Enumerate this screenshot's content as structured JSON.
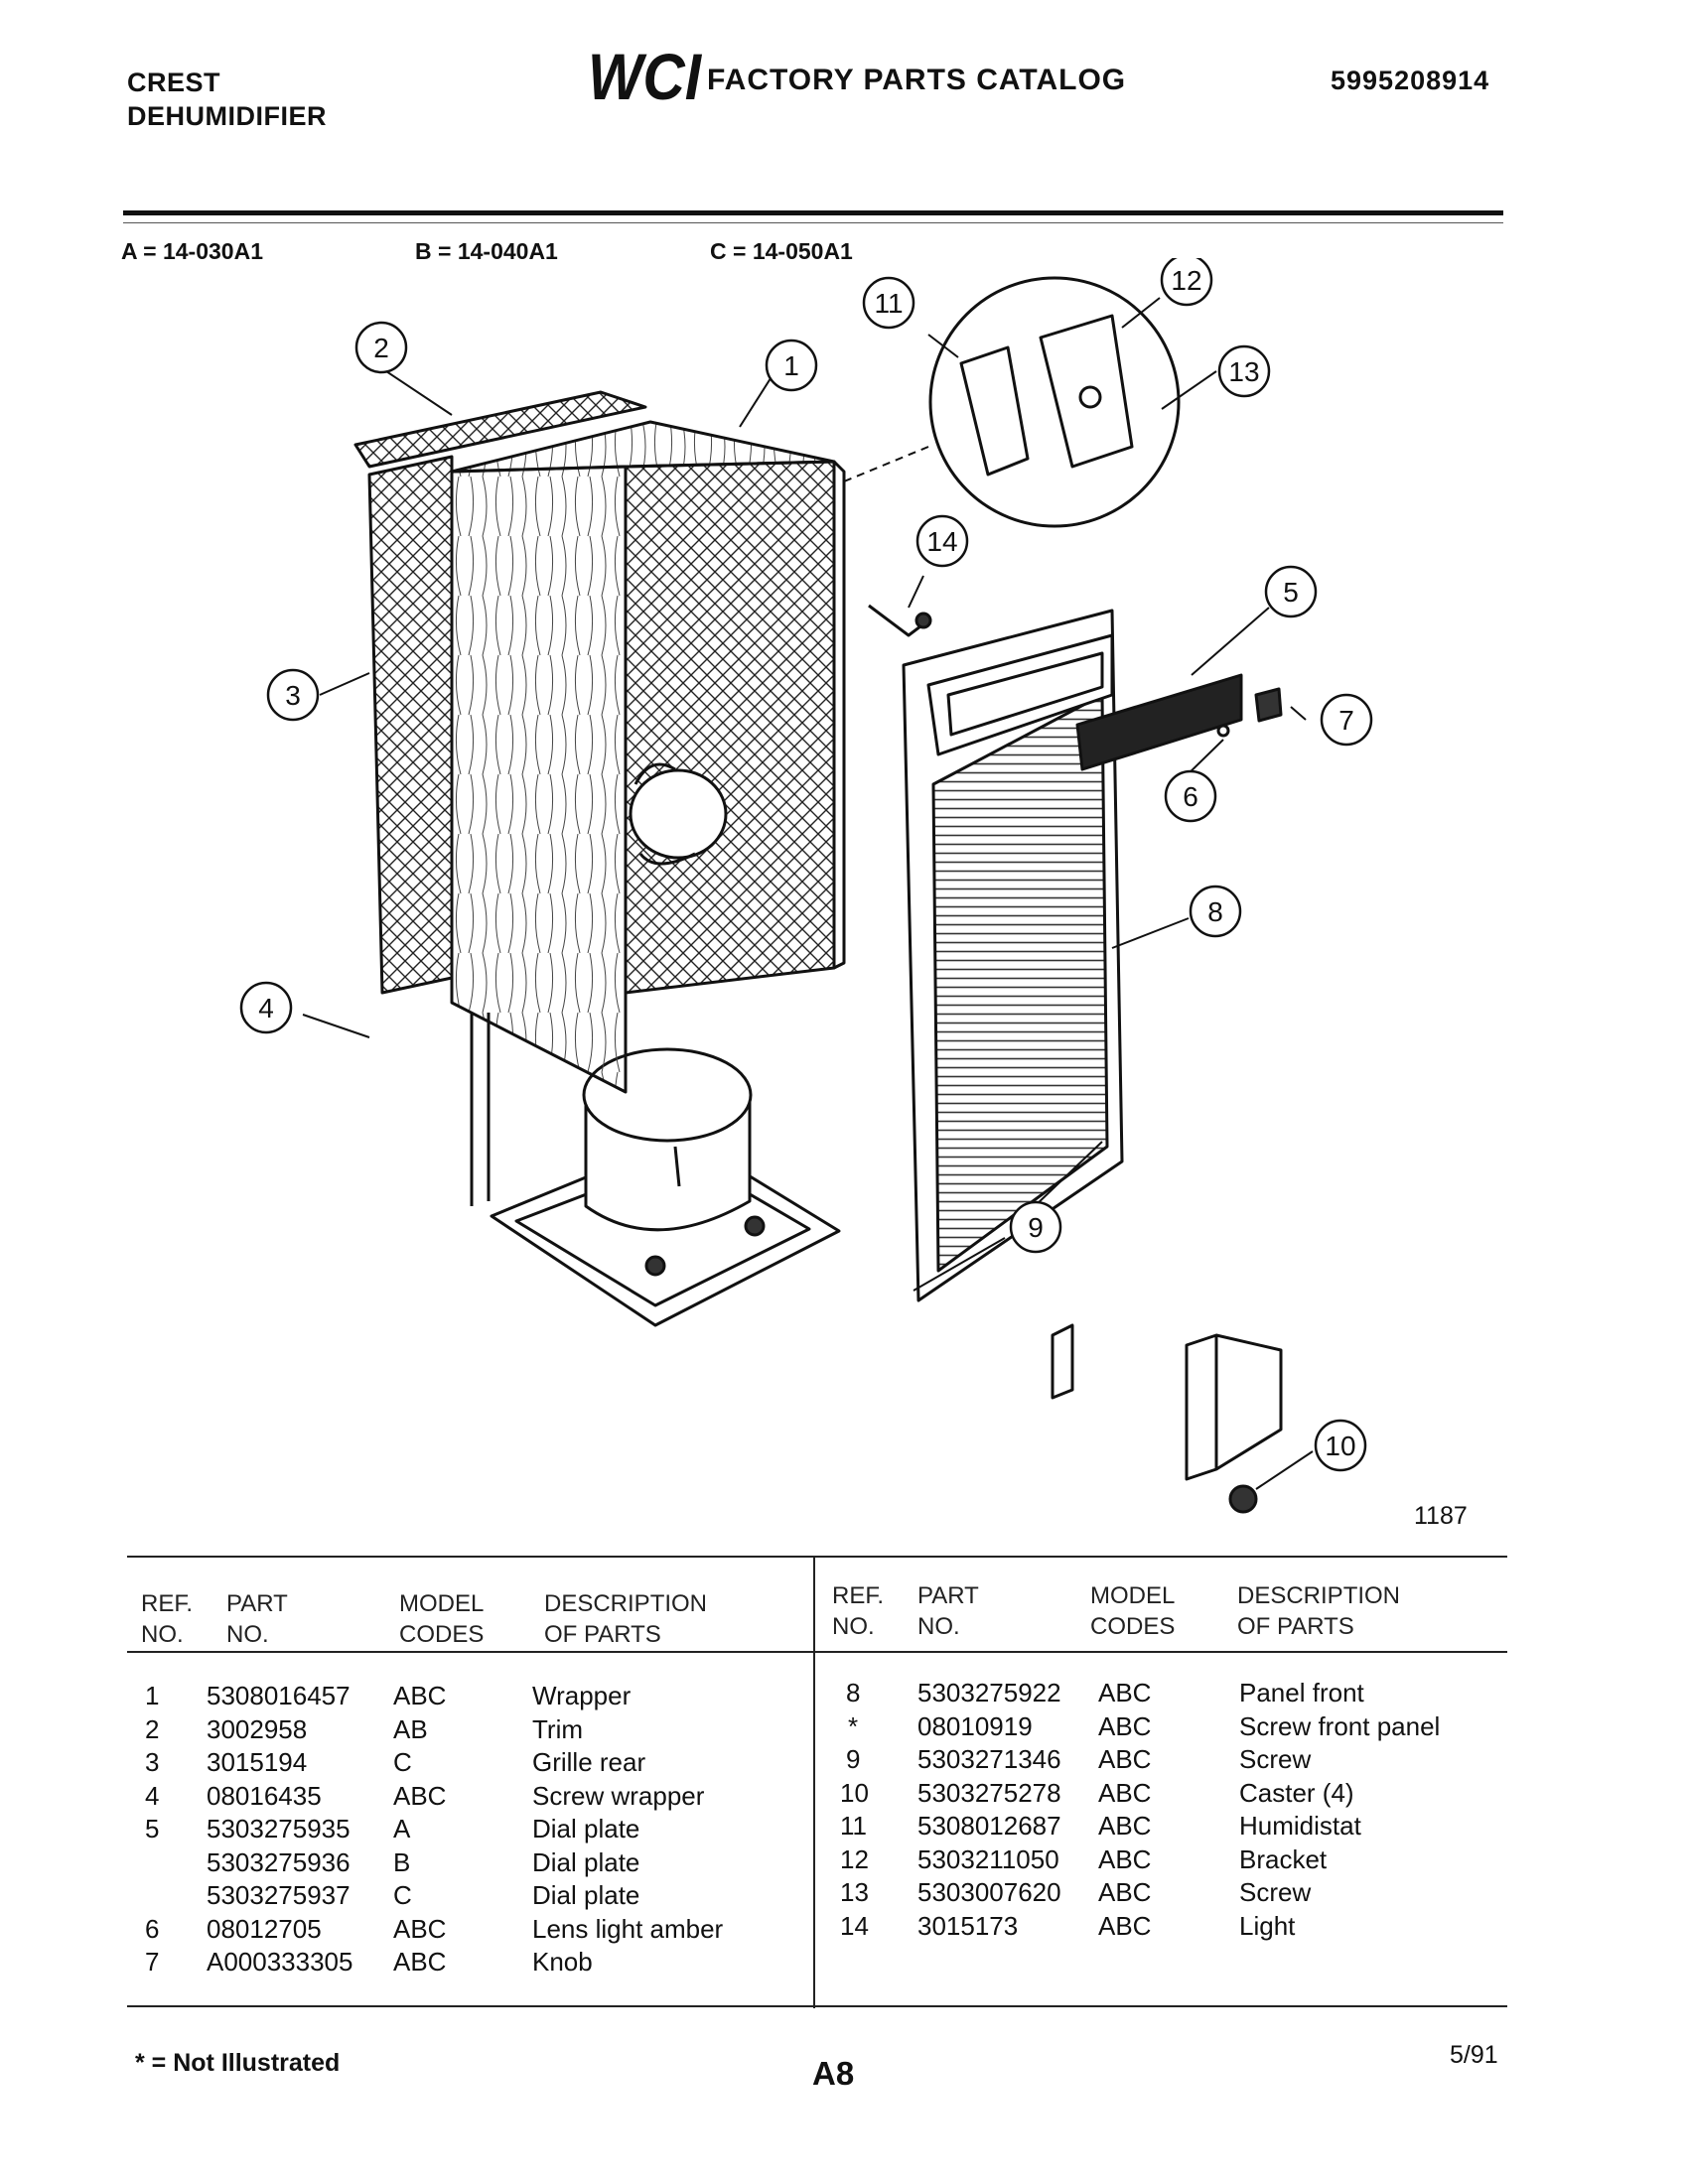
{
  "header": {
    "brand_line1": "CREST",
    "brand_line2": "DEHUMIDIFIER",
    "logo_text": "WCI",
    "catalog_title": "FACTORY PARTS CATALOG",
    "document_number": "5995208914"
  },
  "model_codes": [
    {
      "text": "A = 14-030A1"
    },
    {
      "text": "B = 14-040A1"
    },
    {
      "text": "C = 14-050A1"
    }
  ],
  "diagram": {
    "callouts": [
      "1",
      "2",
      "3",
      "4",
      "5",
      "6",
      "7",
      "8",
      "9",
      "10",
      "11",
      "12",
      "13",
      "14"
    ],
    "figure_number": "1187"
  },
  "table": {
    "headers": {
      "ref_line1": "REF.",
      "ref_line2": "NO.",
      "part_line1": "PART",
      "part_line2": "NO.",
      "model_line1": "MODEL",
      "model_line2": "CODES",
      "desc_line1": "DESCRIPTION",
      "desc_line2": "OF PARTS"
    },
    "left_rows": [
      {
        "ref": "1",
        "part": "5308016457",
        "codes": "ABC",
        "desc": "Wrapper"
      },
      {
        "ref": "2",
        "part": "3002958",
        "codes": "AB",
        "desc": "Trim"
      },
      {
        "ref": "3",
        "part": "3015194",
        "codes": "C",
        "desc": "Grille rear"
      },
      {
        "ref": "4",
        "part": "08016435",
        "codes": "ABC",
        "desc": "Screw wrapper"
      },
      {
        "ref": "5",
        "part": "5303275935",
        "codes": "A",
        "desc": "Dial plate"
      },
      {
        "ref": "",
        "part": "5303275936",
        "codes": "B",
        "desc": "Dial plate"
      },
      {
        "ref": "",
        "part": "5303275937",
        "codes": "C",
        "desc": "Dial plate"
      },
      {
        "ref": "6",
        "part": "08012705",
        "codes": "ABC",
        "desc": "Lens light amber"
      },
      {
        "ref": "7",
        "part": "A000333305",
        "codes": "ABC",
        "desc": "Knob"
      }
    ],
    "right_rows": [
      {
        "ref": "8",
        "part": "5303275922",
        "codes": "ABC",
        "desc": "Panel front"
      },
      {
        "ref": "*",
        "part": "08010919",
        "codes": "ABC",
        "desc": "Screw front panel"
      },
      {
        "ref": "9",
        "part": "5303271346",
        "codes": "ABC",
        "desc": "Screw"
      },
      {
        "ref": "10",
        "part": "5303275278",
        "codes": "ABC",
        "desc": "Caster (4)"
      },
      {
        "ref": "11",
        "part": "5308012687",
        "codes": "ABC",
        "desc": "Humidistat"
      },
      {
        "ref": "12",
        "part": "5303211050",
        "codes": "ABC",
        "desc": "Bracket"
      },
      {
        "ref": "13",
        "part": "5303007620",
        "codes": "ABC",
        "desc": "Screw"
      },
      {
        "ref": "14",
        "part": "3015173",
        "codes": "ABC",
        "desc": "Light"
      }
    ]
  },
  "footer": {
    "footnote": "* = Not Illustrated",
    "page_id": "A8",
    "date": "5/91"
  }
}
